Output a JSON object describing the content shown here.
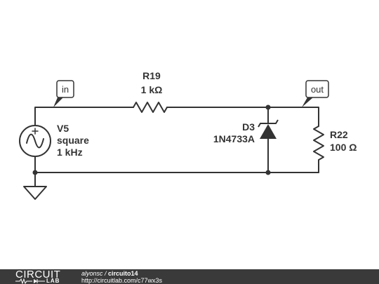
{
  "circuit": {
    "source": {
      "name": "V5",
      "waveform": "square",
      "frequency": "1 kHz"
    },
    "resistor_series": {
      "name": "R19",
      "value": "1 kΩ"
    },
    "diode": {
      "name": "D3",
      "part": "1N4733A"
    },
    "resistor_load": {
      "name": "R22",
      "value": "100 Ω"
    },
    "node_in": "in",
    "node_out": "out"
  },
  "footer": {
    "logo_top": "CIRCUIT",
    "logo_bottom": "LAB",
    "author": "alyonsc",
    "separator": " / ",
    "title": "circuito14",
    "url": "http://circuitlab.com/c77wx3s"
  },
  "colors": {
    "wire": "#333333",
    "footer_bg": "#3a3a3a"
  }
}
